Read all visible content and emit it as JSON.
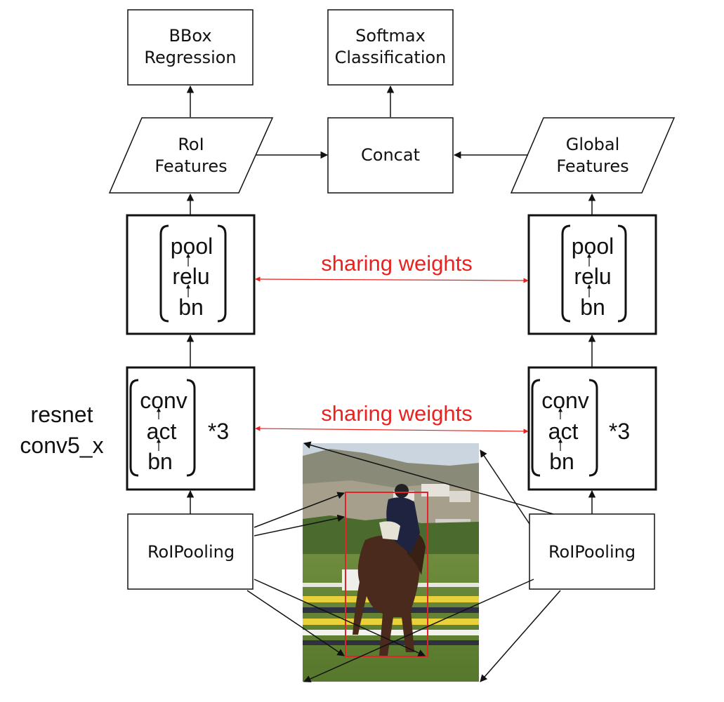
{
  "colors": {
    "line": "#111111",
    "share_arrow": "#e8231f",
    "roi_box": "#e5222a"
  },
  "nodes": {
    "bbox_regression": [
      "BBox",
      "Regression"
    ],
    "softmax_classification": [
      "Softmax",
      "Classification"
    ],
    "roi_features": [
      "RoI",
      "Features"
    ],
    "concat": "Concat",
    "global_features": [
      "Global",
      "Features"
    ],
    "roipooling_left": "RoIPooling",
    "roipooling_right": "RoIPooling"
  },
  "blocks": {
    "head_left": [
      "pool",
      "relu",
      "bn"
    ],
    "head_right": [
      "pool",
      "relu",
      "bn"
    ],
    "conv_left": [
      "conv",
      "act",
      "bn"
    ],
    "conv_right": [
      "conv",
      "act",
      "bn"
    ],
    "repeat_left": "*3",
    "repeat_right": "*3"
  },
  "labels": {
    "sharing_top": "sharing weights",
    "sharing_bottom": "sharing weights",
    "resnet_line1": "resnet",
    "resnet_line2": "conv5_x"
  },
  "photo": {
    "icon": "horse-jump-photo"
  }
}
